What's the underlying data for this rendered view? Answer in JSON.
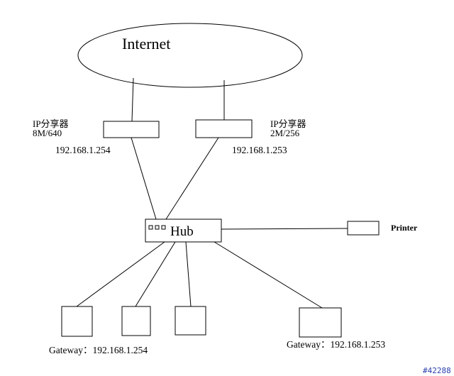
{
  "internet": {
    "label": "Internet"
  },
  "router_left": {
    "title": "IP分享器",
    "speed": "8M/640",
    "ip": "192.168.1.254"
  },
  "router_right": {
    "title": "IP分享器",
    "speed": "2M/256",
    "ip": "192.168.1.253"
  },
  "hub": {
    "label": "Hub"
  },
  "printer": {
    "label": "Printer"
  },
  "gateway_left": {
    "text": "Gateway：192.168.1.254"
  },
  "gateway_right": {
    "text": "Gateway：192.168.1.253"
  },
  "watermark": "#42288"
}
